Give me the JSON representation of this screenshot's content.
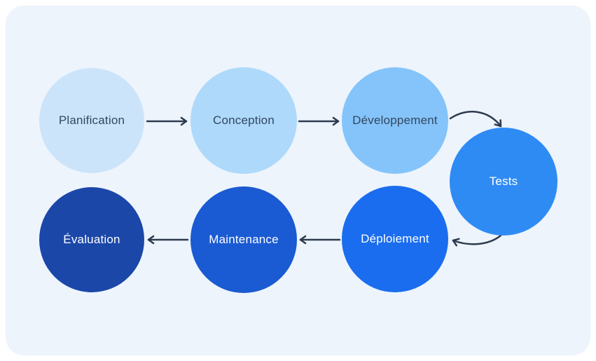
{
  "diagram": {
    "card_background": "#EDF4FC",
    "arrow_color": "#2E3A4E",
    "steps": [
      {
        "id": "planification",
        "label": "Planification",
        "color": "#CCE4FA",
        "text_color": "#33475F"
      },
      {
        "id": "conception",
        "label": "Conception",
        "color": "#AED9FB",
        "text_color": "#33475F"
      },
      {
        "id": "developpement",
        "label": "Développement",
        "color": "#84C4FA",
        "text_color": "#33475F"
      },
      {
        "id": "tests",
        "label": "Tests",
        "color": "#2F8BF4",
        "text_color": "#FFFFFF"
      },
      {
        "id": "deploiement",
        "label": "Déploiement",
        "color": "#1A6DEE",
        "text_color": "#FFFFFF"
      },
      {
        "id": "maintenance",
        "label": "Maintenance",
        "color": "#1A5AD2",
        "text_color": "#FFFFFF"
      },
      {
        "id": "evaluation",
        "label": "Évaluation",
        "color": "#1B47A9",
        "text_color": "#FFFFFF"
      }
    ],
    "connections": [
      {
        "from": "Planification",
        "to": "Conception",
        "style": "straight"
      },
      {
        "from": "Conception",
        "to": "Développement",
        "style": "straight"
      },
      {
        "from": "Développement",
        "to": "Tests",
        "style": "curved"
      },
      {
        "from": "Tests",
        "to": "Déploiement",
        "style": "curved"
      },
      {
        "from": "Déploiement",
        "to": "Maintenance",
        "style": "straight"
      },
      {
        "from": "Maintenance",
        "to": "Évaluation",
        "style": "straight"
      }
    ]
  }
}
